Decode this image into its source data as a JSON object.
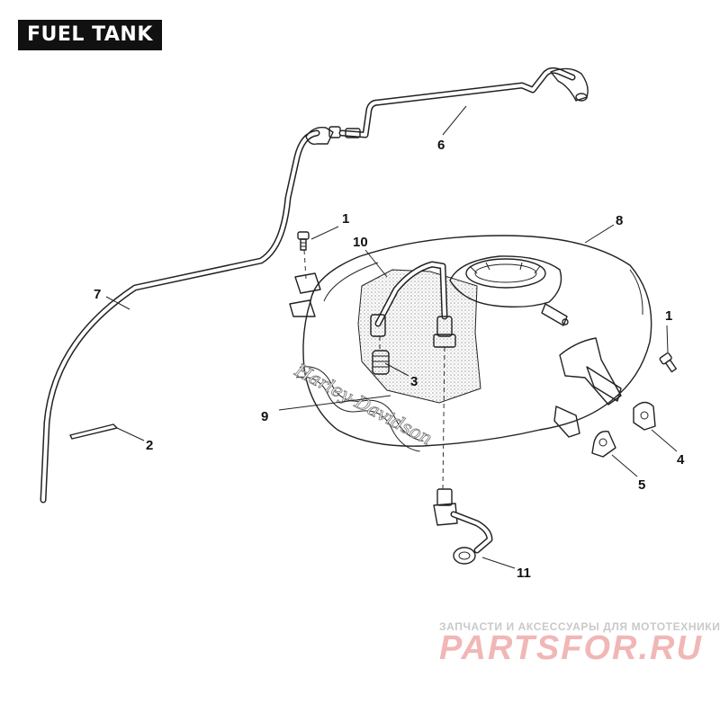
{
  "title": "FUEL TANK",
  "callouts": [
    {
      "id": "c1a",
      "label": "1"
    },
    {
      "id": "c1b",
      "label": "1"
    },
    {
      "id": "c2",
      "label": "2"
    },
    {
      "id": "c3",
      "label": "3"
    },
    {
      "id": "c4",
      "label": "4"
    },
    {
      "id": "c5",
      "label": "5"
    },
    {
      "id": "c6",
      "label": "6"
    },
    {
      "id": "c7",
      "label": "7"
    },
    {
      "id": "c8",
      "label": "8"
    },
    {
      "id": "c9",
      "label": "9"
    },
    {
      "id": "c10",
      "label": "10"
    },
    {
      "id": "c11",
      "label": "11"
    }
  ],
  "watermark": {
    "tagline": "ЗАПЧАСТИ И АКСЕССУАРЫ ДЛЯ МОТОТЕХНИКИ",
    "site": "PARTSFOR.RU"
  },
  "colors": {
    "ink": "#222222",
    "badge": "#111111",
    "watermark_red": "#f1b7b7",
    "shading": "#d8d8d8"
  }
}
